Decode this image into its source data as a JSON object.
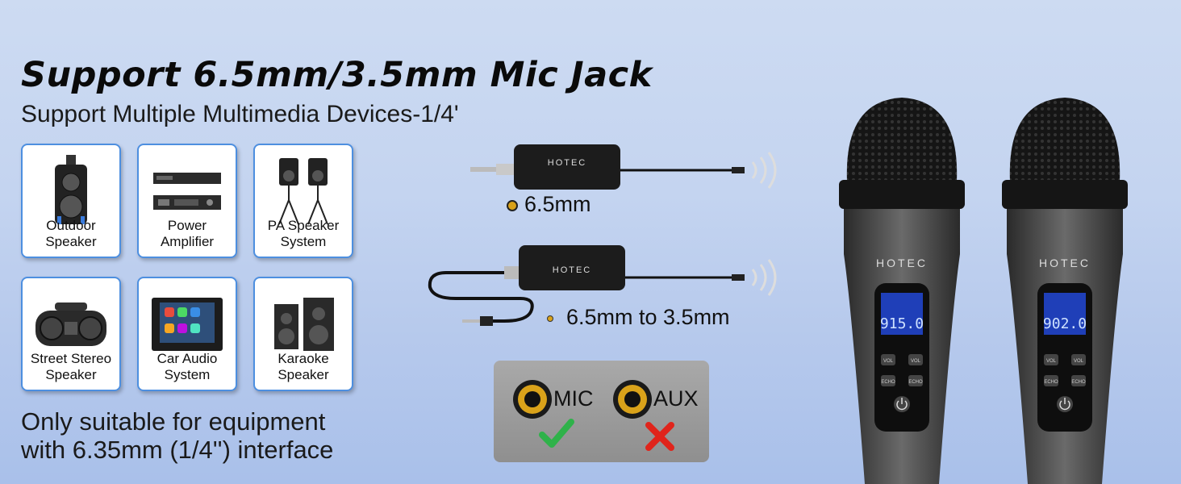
{
  "headline": "Support 6.5mm/3.5mm Mic Jack",
  "subline": "Support Multiple Multimedia Devices-1/4'",
  "devices": [
    {
      "label": "Outdoor\nSpeaker",
      "icon": "outdoor-speaker-icon"
    },
    {
      "label": "Power\nAmplifier",
      "icon": "power-amplifier-icon"
    },
    {
      "label": "PA Speaker\nSystem",
      "icon": "pa-speaker-icon"
    },
    {
      "label": "Street Stereo\nSpeaker",
      "icon": "street-stereo-icon"
    },
    {
      "label": "Car Audio\nSystem",
      "icon": "car-audio-icon"
    },
    {
      "label": "Karaoke\nSpeaker",
      "icon": "karaoke-speaker-icon"
    }
  ],
  "note": "Only suitable for equipment\nwith 6.35mm (1/4'') interface",
  "receivers": {
    "brand": "HOTEC",
    "label_a": "6.5mm",
    "label_b": "6.5mm to 3.5mm"
  },
  "jacks": {
    "mic_label": "MIC",
    "aux_label": "AUX",
    "mic_ok_color": "#2fb24a",
    "aux_no_color": "#e0241b"
  },
  "microphones": {
    "brand": "HOTEC",
    "display_a": "915.0",
    "display_b": "902.0",
    "vol_label": "VOL",
    "echo_label": "ECHO"
  },
  "colors": {
    "card_border": "#4d8fe0",
    "accent_gold": "#d9a21a"
  }
}
